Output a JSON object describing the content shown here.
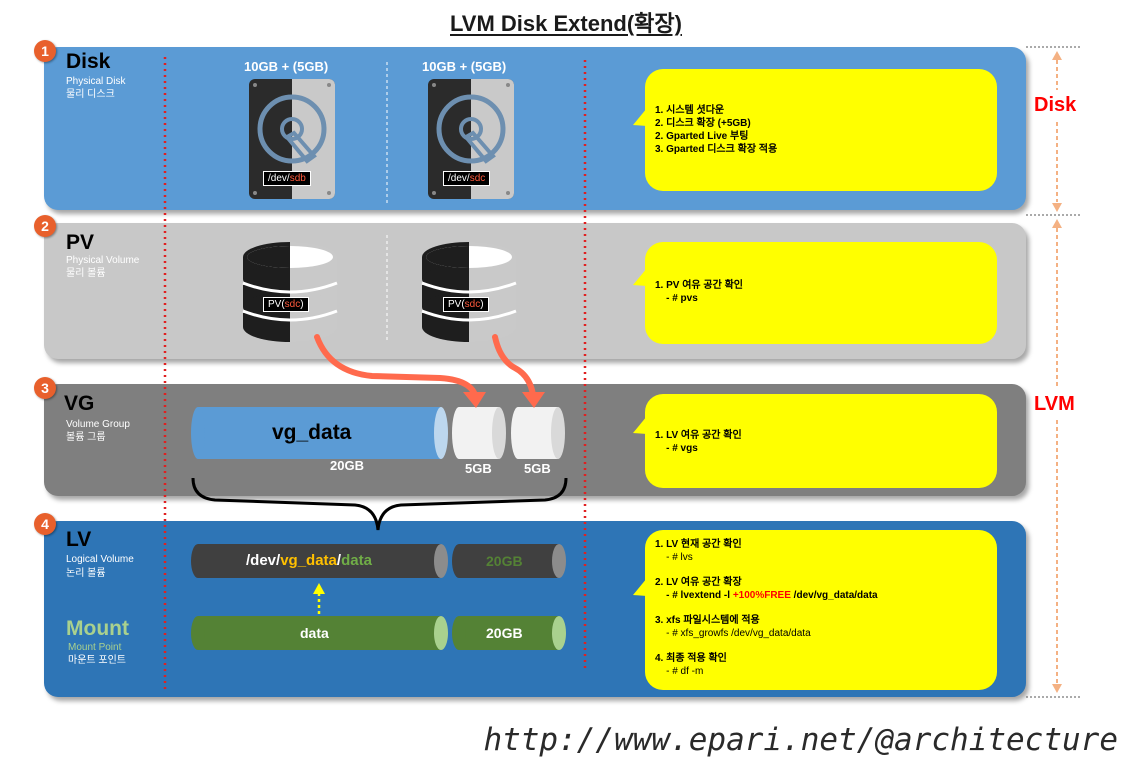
{
  "title": "LVM Disk Extend(확장)",
  "sections": {
    "disk": {
      "number": "1",
      "name": "Disk",
      "sub1": "Physical Disk",
      "sub2": "물리 디스크",
      "capacity_left": "10GB + (5GB)",
      "capacity_right": "10GB + (5GB)",
      "dev_left_prefix": "/dev/",
      "dev_left_name": "sdb",
      "dev_right_prefix": "/dev/",
      "dev_right_name": "sdc",
      "steps": [
        "1. 시스템 셧다운",
        "2. 디스크 확장 (+5GB)",
        "2. Gparted Live 부팅",
        "3. Gparted 디스크 확장 적용"
      ]
    },
    "pv": {
      "number": "2",
      "name": "PV",
      "sub1": "Physical Volume",
      "sub2": "물리 볼륨",
      "tag_prefix": "PV(",
      "tag_name": "sdc",
      "tag_suffix": ")",
      "steps": [
        "1. PV 여유 공간 확인",
        "    - # pvs"
      ]
    },
    "vg": {
      "number": "3",
      "name": "VG",
      "sub1": "Volume Group",
      "sub2": "볼륨 그룹",
      "main_label": "vg_data",
      "main_size": "20GB",
      "ext1_size": "5GB",
      "ext2_size": "5GB",
      "steps": [
        "1. LV 여유 공간 확인",
        "    - # vgs"
      ]
    },
    "lv": {
      "number": "4",
      "name": "LV",
      "sub1": "Logical Volume",
      "sub2": "논리 볼륨",
      "path_a": "/dev/",
      "path_b": "vg_data",
      "path_c": "/",
      "path_d": "data",
      "lv_ext_size": "20GB",
      "mount_name": "Mount",
      "mount_sub1": "Mount Point",
      "mount_sub2": "마운트 포인트",
      "mount_label": "data",
      "mount_size": "20GB",
      "step1": "1. LV 현재 공간 확인",
      "step1a": "    - # lvs",
      "step2": "2. LV 여유 공간 확장",
      "step2a_pre": "    - # lvextend -l ",
      "step2a_red": "+100%FREE",
      "step2a_post": " /dev/vg_data/data",
      "step3": "3. xfs 파일시스템에 적용",
      "step3a": "    - # xfs_growfs /dev/vg_data/data",
      "step4": "4. 최종 적용 확인",
      "step4a": "    - # df -m"
    }
  },
  "side_labels": {
    "disk": "Disk",
    "lvm": "LVM"
  },
  "url": "http://www.epari.net/@architecture",
  "colors": {
    "disk_band": "#5b9bd5",
    "pv_band": "#c8c8c8",
    "vg_band": "#7f7f7f",
    "lv_band": "#2e75b6",
    "note": "#ffff00",
    "badge": "#e8602c",
    "arrow": "#ff6a4d",
    "accent_red": "#ff0000",
    "vg_cyl": "#5b9bd5",
    "lv_cyl": "#404040",
    "mount_cyl": "#548235"
  },
  "icons": [
    "hard-disk-icon",
    "database-stack-icon",
    "curved-arrow-icon",
    "curly-brace-icon",
    "dashed-arrow-icon"
  ]
}
